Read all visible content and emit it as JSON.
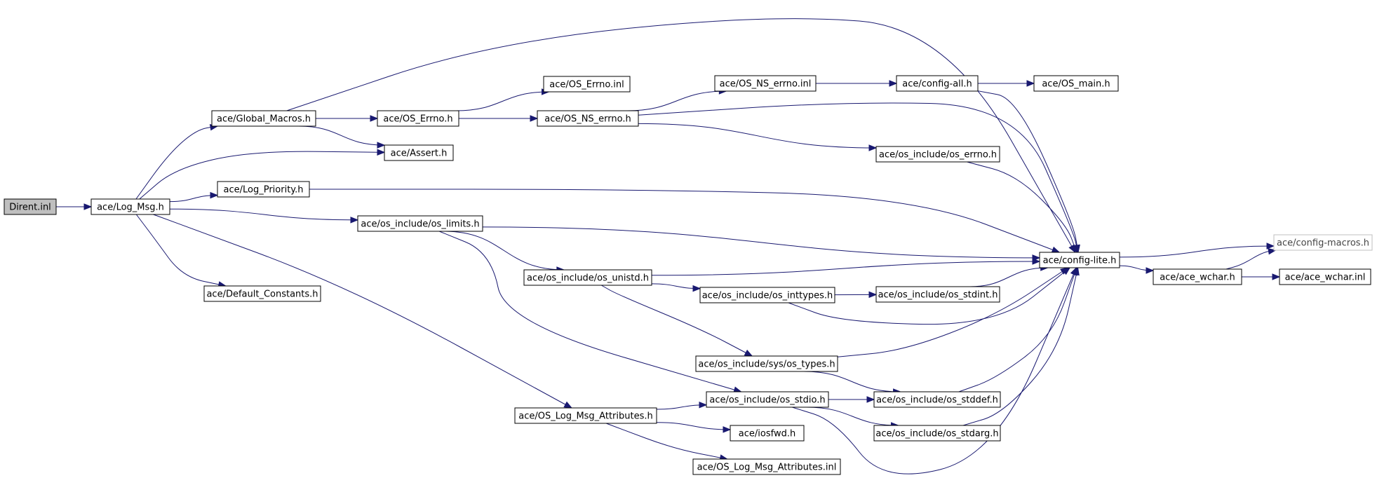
{
  "graph": {
    "colors": {
      "edge": "#191970",
      "node_border": "#000000",
      "root_fill": "#bfbfbf",
      "undocumented_border": "#bfbfbf"
    },
    "nodes": [
      {
        "id": "dirent",
        "label": "Dirent.inl",
        "root": true
      },
      {
        "id": "logmsg",
        "label": "ace/Log_Msg.h"
      },
      {
        "id": "globalmacros",
        "label": "ace/Global_Macros.h"
      },
      {
        "id": "oserrno",
        "label": "ace/OS_Errno.h"
      },
      {
        "id": "oserrnoinl",
        "label": "ace/OS_Errno.inl"
      },
      {
        "id": "osnserrnoinl",
        "label": "ace/OS_NS_errno.inl"
      },
      {
        "id": "configall",
        "label": "ace/config-all.h"
      },
      {
        "id": "osmain",
        "label": "ace/OS_main.h"
      },
      {
        "id": "osnserrno",
        "label": "ace/OS_NS_errno.h"
      },
      {
        "id": "assert",
        "label": "ace/Assert.h"
      },
      {
        "id": "oserrnoh",
        "label": "ace/os_include/os_errno.h"
      },
      {
        "id": "logpriority",
        "label": "ace/Log_Priority.h"
      },
      {
        "id": "oslimits",
        "label": "ace/os_include/os_limits.h"
      },
      {
        "id": "configlite",
        "label": "ace/config-lite.h"
      },
      {
        "id": "configmacros",
        "label": "ace/config-macros.h",
        "undocumented": true
      },
      {
        "id": "acewchar",
        "label": "ace/ace_wchar.h"
      },
      {
        "id": "acewcharinl",
        "label": "ace/ace_wchar.inl"
      },
      {
        "id": "osunistd",
        "label": "ace/os_include/os_unistd.h"
      },
      {
        "id": "osinttypes",
        "label": "ace/os_include/os_inttypes.h"
      },
      {
        "id": "osstdint",
        "label": "ace/os_include/os_stdint.h"
      },
      {
        "id": "defaultconstants",
        "label": "ace/Default_Constants.h"
      },
      {
        "id": "systypes",
        "label": "ace/os_include/sys/os_types.h"
      },
      {
        "id": "osstdio",
        "label": "ace/os_include/os_stdio.h"
      },
      {
        "id": "osstddef",
        "label": "ace/os_include/os_stddef.h"
      },
      {
        "id": "oslogmsgattr",
        "label": "ace/OS_Log_Msg_Attributes.h"
      },
      {
        "id": "iosfwd",
        "label": "ace/iosfwd.h"
      },
      {
        "id": "osstdarg",
        "label": "ace/os_include/os_stdarg.h"
      },
      {
        "id": "oslogmsgattrinl",
        "label": "ace/OS_Log_Msg_Attributes.inl"
      }
    ],
    "edges": [
      {
        "from": "dirent",
        "to": "logmsg"
      },
      {
        "from": "logmsg",
        "to": "globalmacros"
      },
      {
        "from": "logmsg",
        "to": "assert"
      },
      {
        "from": "logmsg",
        "to": "logpriority"
      },
      {
        "from": "logmsg",
        "to": "oslimits"
      },
      {
        "from": "logmsg",
        "to": "defaultconstants"
      },
      {
        "from": "logmsg",
        "to": "oslogmsgattr"
      },
      {
        "from": "globalmacros",
        "to": "oserrno"
      },
      {
        "from": "globalmacros",
        "to": "assert"
      },
      {
        "from": "globalmacros",
        "to": "configlite"
      },
      {
        "from": "oserrno",
        "to": "oserrnoinl"
      },
      {
        "from": "oserrno",
        "to": "osnserrno"
      },
      {
        "from": "osnserrno",
        "to": "osnserrnoinl"
      },
      {
        "from": "osnserrno",
        "to": "oserrnoh"
      },
      {
        "from": "osnserrno",
        "to": "configlite"
      },
      {
        "from": "osnserrnoinl",
        "to": "configall"
      },
      {
        "from": "configall",
        "to": "osmain"
      },
      {
        "from": "configall",
        "to": "configlite"
      },
      {
        "from": "oserrnoh",
        "to": "configlite"
      },
      {
        "from": "logpriority",
        "to": "configlite"
      },
      {
        "from": "oslimits",
        "to": "configlite"
      },
      {
        "from": "oslimits",
        "to": "osunistd"
      },
      {
        "from": "oslimits",
        "to": "osstdio"
      },
      {
        "from": "osunistd",
        "to": "configlite"
      },
      {
        "from": "osunistd",
        "to": "osinttypes"
      },
      {
        "from": "osunistd",
        "to": "systypes"
      },
      {
        "from": "osinttypes",
        "to": "osstdint"
      },
      {
        "from": "osinttypes",
        "to": "configlite"
      },
      {
        "from": "osstdint",
        "to": "configlite"
      },
      {
        "from": "systypes",
        "to": "configlite"
      },
      {
        "from": "systypes",
        "to": "osstddef"
      },
      {
        "from": "osstdio",
        "to": "osstddef"
      },
      {
        "from": "osstdio",
        "to": "osstdarg"
      },
      {
        "from": "osstdio",
        "to": "configlite"
      },
      {
        "from": "osstddef",
        "to": "configlite"
      },
      {
        "from": "osstdarg",
        "to": "configlite"
      },
      {
        "from": "oslogmsgattr",
        "to": "osstdio"
      },
      {
        "from": "oslogmsgattr",
        "to": "iosfwd"
      },
      {
        "from": "oslogmsgattr",
        "to": "oslogmsgattrinl"
      },
      {
        "from": "configlite",
        "to": "configmacros"
      },
      {
        "from": "configlite",
        "to": "acewchar"
      },
      {
        "from": "acewchar",
        "to": "acewcharinl"
      },
      {
        "from": "acewchar",
        "to": "configmacros"
      }
    ]
  }
}
